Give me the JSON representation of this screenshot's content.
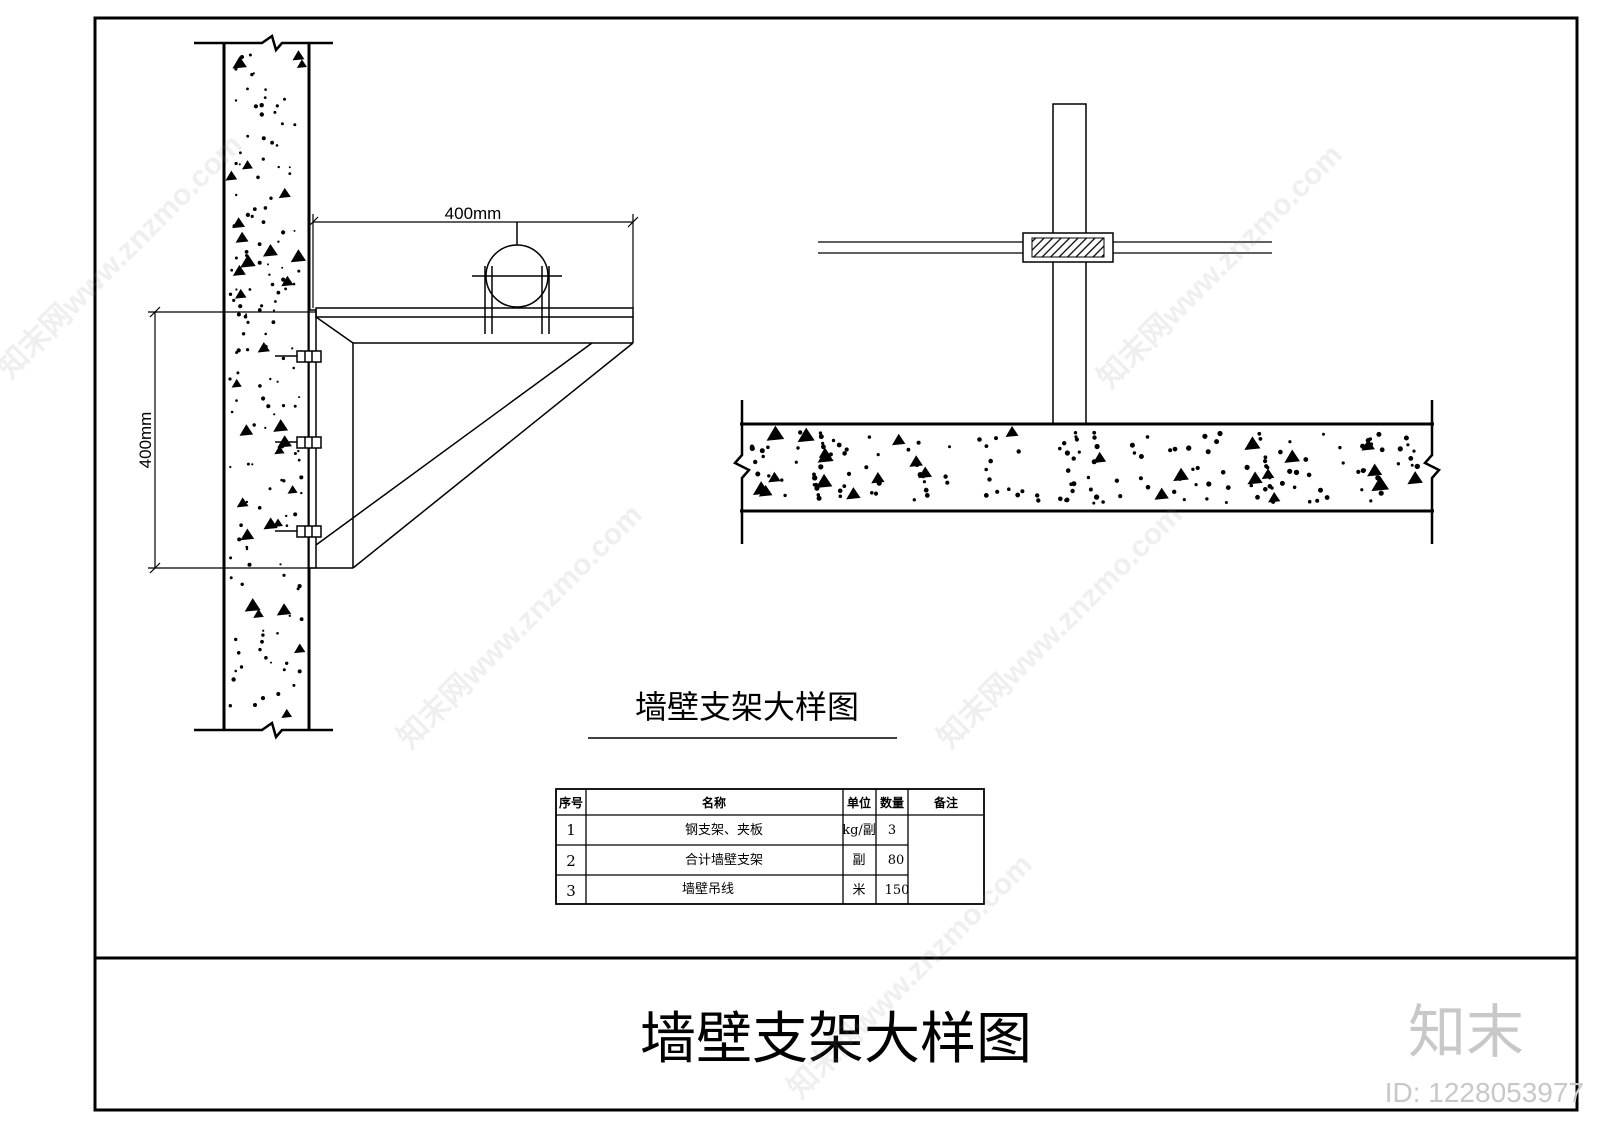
{
  "drawing": {
    "dimension_horizontal": "400mm",
    "dimension_vertical": "400mm",
    "caption": "墙壁支架大样图"
  },
  "table": {
    "headers": {
      "no": "序号",
      "name": "名称",
      "unit": "单位",
      "qty": "数量",
      "remark": "备注"
    },
    "rows": [
      {
        "no": "1",
        "name": "钢支架、夹板",
        "unit": "kg/副",
        "qty": "3"
      },
      {
        "no": "2",
        "name": "合计墙壁支架",
        "unit": "副",
        "qty": "80"
      },
      {
        "no": "3",
        "name": "墙壁吊线",
        "unit": "米",
        "qty": "150"
      }
    ]
  },
  "title_block": {
    "title": "墙壁支架大样图"
  },
  "watermark": {
    "logo": "知末",
    "id": "ID: 1228053977",
    "site": "知末网www.znzmo.com"
  }
}
